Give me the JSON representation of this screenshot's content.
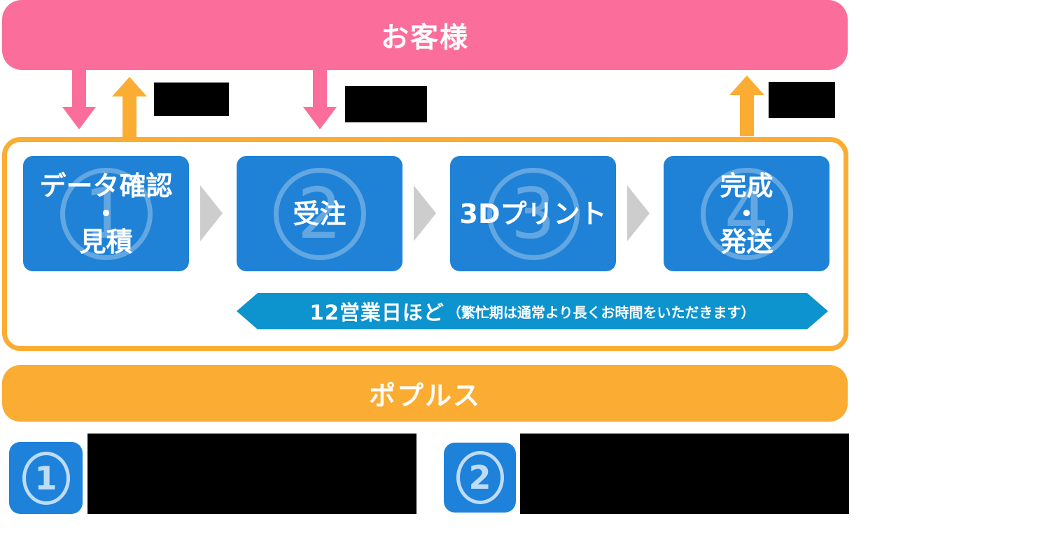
{
  "colors": {
    "customer_pink": "#FB6E9B",
    "company_orange": "#FBAC33",
    "step_blue": "#1F82D6",
    "ribbon_blue": "#0D93CE",
    "chevron_gray": "#CDCDCD",
    "ghost_number": "rgba(255,255,255,0.30)",
    "badge_circle_blue": "#BFDCF7",
    "redacted_black": "#000000"
  },
  "customer_bar": {
    "label": "お客様"
  },
  "company_bar": {
    "label": "ポプルス"
  },
  "flow": {
    "steps": [
      {
        "number": "1",
        "lines": [
          "データ確認",
          "・",
          "見積"
        ]
      },
      {
        "number": "2",
        "lines": [
          "受注"
        ]
      },
      {
        "number": "3",
        "lines": [
          "3Dプリント"
        ]
      },
      {
        "number": "4",
        "lines": [
          "完成",
          "・",
          "発送"
        ]
      }
    ],
    "duration_banner": {
      "main": "12営業日ほど",
      "note": "（繁忙期は通常より長くお時間をいただきます）"
    }
  },
  "legend": {
    "items": [
      {
        "number": "1"
      },
      {
        "number": "2"
      }
    ]
  }
}
